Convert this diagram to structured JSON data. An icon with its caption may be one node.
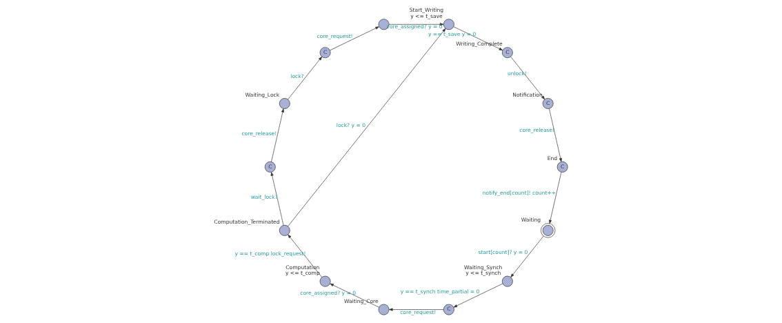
{
  "diagram": {
    "nodes": [
      {
        "text": [
          "Waiting"
        ]
      },
      {
        "text": [
          "Waiting_Synch",
          "y <= t_synch"
        ]
      },
      {
        "text": [
          "C"
        ]
      },
      {
        "text": [
          "Waiting_Core"
        ]
      },
      {
        "text": [
          "Computation",
          "y <= t_comp"
        ]
      },
      {
        "text": [
          "Computation_Terminated"
        ]
      },
      {
        "text": [
          "C"
        ]
      },
      {
        "text": [
          "Waiting_Lock"
        ]
      },
      {
        "text": [
          "C"
        ]
      },
      {
        "text": [],
        "shape": "circle"
      },
      {
        "text": [
          "Start_Writing",
          "y <= t_save"
        ]
      },
      {
        "text": [
          "Writing_Complete",
          "C"
        ]
      },
      {
        "text": [
          "Notification",
          "C"
        ]
      },
      {
        "text": [
          "End",
          "C"
        ]
      }
    ],
    "edges": [
      {
        "from": 0,
        "to": 1,
        "arrow": "to",
        "label": "start[count]? y = 0"
      },
      {
        "from": 1,
        "to": 2,
        "arrow": "to",
        "label": "y == t_synch time_partial = 0"
      },
      {
        "from": 2,
        "to": 3,
        "arrow": "to",
        "label": "core_request!"
      },
      {
        "from": 3,
        "to": 4,
        "arrow": "to",
        "label": "core_assigned? y = 0"
      },
      {
        "from": 4,
        "to": 5,
        "arrow": "to",
        "label": "y == t_comp lock_request!"
      },
      {
        "from": 5,
        "to": 10,
        "arrow": "to",
        "label": "lock? y = 0"
      },
      {
        "from": 5,
        "to": 6,
        "arrow": "to",
        "label": "wait_lock?"
      },
      {
        "from": 6,
        "to": 7,
        "arrow": "to",
        "label": "core_release!"
      },
      {
        "from": 7,
        "to": 8,
        "arrow": "to",
        "label": "lock?"
      },
      {
        "from": 8,
        "to": 9,
        "arrow": "to",
        "label": "core_request!"
      },
      {
        "from": 9,
        "to": 10,
        "arrow": "to",
        "label": "core_assigned? y = 0"
      },
      {
        "from": 10,
        "to": 11,
        "arrow": "to",
        "label": "y == t_save y = 0"
      },
      {
        "from": 11,
        "to": 12,
        "arrow": "to",
        "label": "unlock!"
      },
      {
        "from": 12,
        "to": 13,
        "arrow": "to",
        "label": "core_release!"
      },
      {
        "from": 13,
        "to": 0,
        "arrow": "to",
        "label": "notify_end[count]! count++"
      }
    ]
  }
}
